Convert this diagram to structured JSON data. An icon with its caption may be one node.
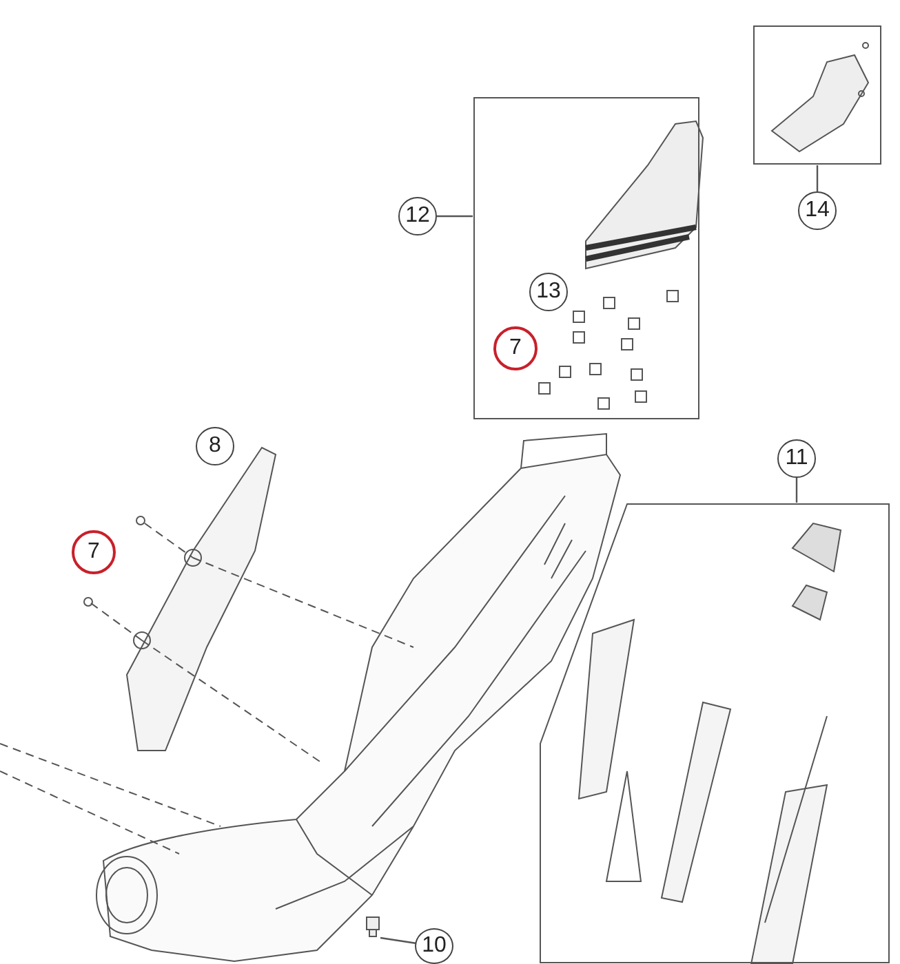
{
  "diagram": {
    "nodes": [
      {
        "text": [],
        "shape": "box"
      },
      {
        "text": [
          "12"
        ]
      },
      {
        "text": [],
        "shape": "box"
      },
      {
        "text": [
          "14"
        ]
      },
      {
        "text": [
          "13"
        ],
        "in": 0
      },
      {
        "text": [
          "7"
        ],
        "in": 0
      },
      {
        "text": [
          "8"
        ]
      },
      {
        "text": [
          "7"
        ]
      },
      {
        "text": [],
        "shape": "box"
      },
      {
        "text": [
          "11"
        ]
      },
      {
        "text": [],
        "shape": "picture"
      },
      {
        "text": [
          "10"
        ]
      }
    ],
    "edges": [
      {
        "from": 1,
        "to": 0,
        "arrow": "none"
      },
      {
        "from": 3,
        "to": 2,
        "arrow": "none"
      },
      {
        "from": 9,
        "to": 8,
        "arrow": "none"
      },
      {
        "from": 11,
        "to": 10,
        "arrow": "none"
      }
    ]
  }
}
